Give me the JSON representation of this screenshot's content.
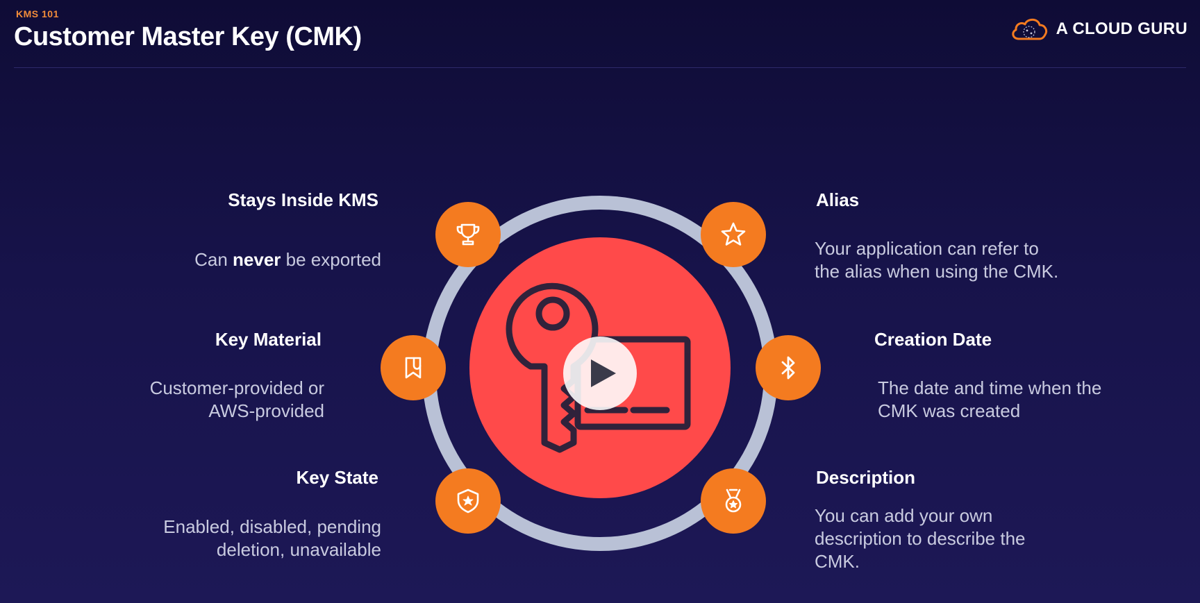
{
  "header": {
    "course_tag": "KMS 101",
    "title": "Customer Master Key (CMK)",
    "brand_name": "A CLOUD GURU"
  },
  "colors": {
    "background": "#15123f",
    "accent_orange": "#f47b20",
    "center_red": "#ff4a4a",
    "ring": "#b9c1d6"
  },
  "center": {
    "icon": "key-certificate-icon",
    "play_icon": "play-icon"
  },
  "features": {
    "stays_inside": {
      "icon": "trophy-icon",
      "title": "Stays Inside KMS",
      "desc_prefix": "Can ",
      "desc_bold": "never",
      "desc_suffix": " be exported"
    },
    "key_material": {
      "icon": "bookmark-icon",
      "title": "Key Material",
      "desc_line1": "Customer-provided or",
      "desc_line2": "AWS-provided"
    },
    "key_state": {
      "icon": "shield-star-icon",
      "title": "Key State",
      "desc_line1": "Enabled, disabled, pending",
      "desc_line2": "deletion, unavailable"
    },
    "alias": {
      "icon": "star-icon",
      "title": "Alias",
      "desc_line1": "Your application can refer to",
      "desc_line2": "the alias when using the CMK."
    },
    "creation_date": {
      "icon": "bluetooth-icon",
      "title": "Creation Date",
      "desc_line1": "The date and time when the",
      "desc_line2": "CMK was created"
    },
    "description": {
      "icon": "medal-icon",
      "title": "Description",
      "desc_line1": "You can add your own",
      "desc_line2": "description to describe the",
      "desc_line3": "CMK."
    }
  }
}
